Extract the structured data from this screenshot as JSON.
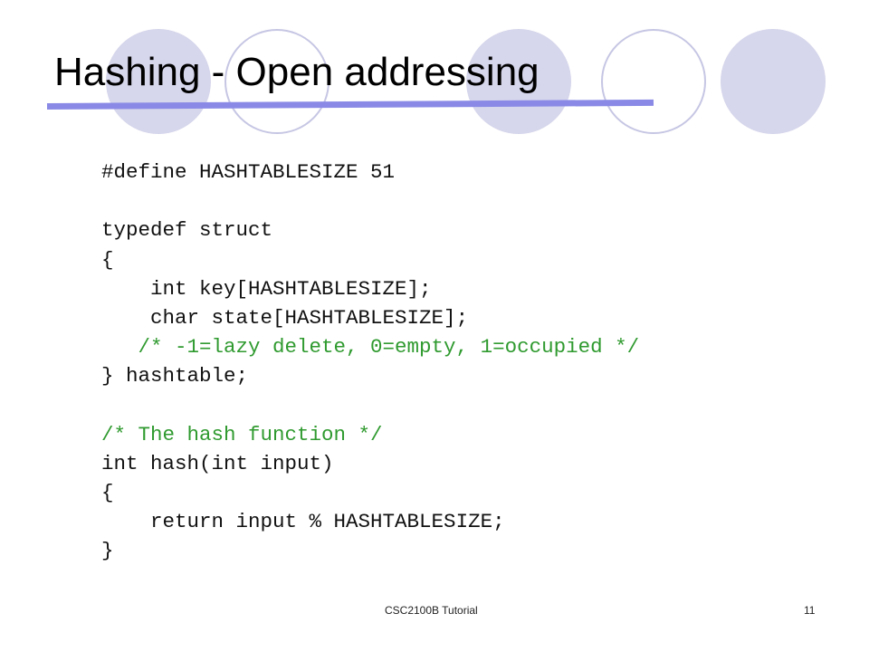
{
  "slide": {
    "title": "Hashing - Open addressing",
    "code_lines": [
      {
        "text": "#define HASHTABLESIZE 51",
        "kind": "code"
      },
      {
        "text": "",
        "kind": "code"
      },
      {
        "text": "typedef struct",
        "kind": "code"
      },
      {
        "text": "{",
        "kind": "code"
      },
      {
        "text": "    int key[HASHTABLESIZE];",
        "kind": "code"
      },
      {
        "text": "    char state[HASHTABLESIZE];",
        "kind": "code"
      },
      {
        "text": "   /* -1=lazy delete, 0=empty, 1=occupied */",
        "kind": "comment"
      },
      {
        "text": "} hashtable;",
        "kind": "code"
      },
      {
        "text": "",
        "kind": "code"
      },
      {
        "text": "/* The hash function */",
        "kind": "comment"
      },
      {
        "text": "int hash(int input)",
        "kind": "code"
      },
      {
        "text": "{",
        "kind": "code"
      },
      {
        "text": "    return input % HASHTABLESIZE;",
        "kind": "code"
      },
      {
        "text": "}",
        "kind": "code"
      }
    ],
    "footer_text": "CSC2100B Tutorial",
    "page_number": "11"
  },
  "theme": {
    "accent_bar": "#8a8ae6",
    "circle_fill": "#d6d6ec",
    "circle_outline": "#c6c6e4",
    "comment_color": "#2f9a2f"
  }
}
